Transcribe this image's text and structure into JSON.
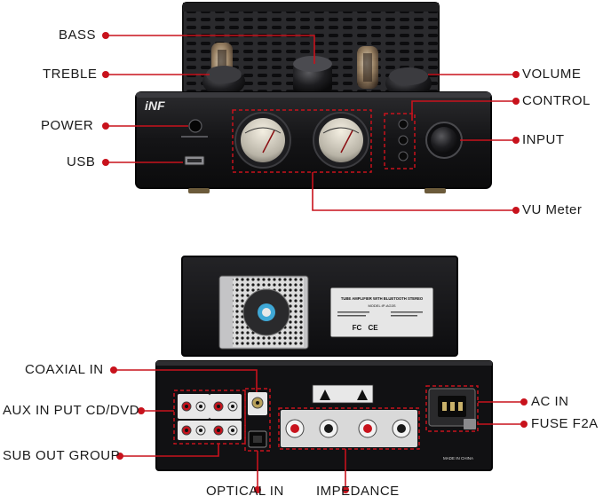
{
  "colors": {
    "callout": "#c8121c",
    "body": "#1b1b1d",
    "panel": "#0f0f11",
    "metal": "#2a2a2c"
  },
  "front": {
    "logo": "iNF",
    "labels": {
      "bass": "BASS",
      "treble": "TREBLE",
      "power": "POWER",
      "usb": "USB",
      "volume": "VOLUME",
      "control": "CONTROL",
      "input": "INPUT",
      "vu_meter": "VU Meter"
    }
  },
  "back": {
    "plate_title": "TUBE AMPLIFIER WITH BLUETOOTH STEREO",
    "plate_model": "MODEL:IP-AG3S",
    "made_in": "MADE IN CHINA",
    "labels": {
      "coaxial_in": "COAXIAL IN",
      "aux_in": "AUX IN PUT CD/DVD",
      "sub_out": "SUB OUT GROUP",
      "optical_in": "OPTICAL IN",
      "impedance": "IMPEDANCE",
      "ac_in": "AC IN",
      "fuse": "FUSE F2A"
    }
  }
}
